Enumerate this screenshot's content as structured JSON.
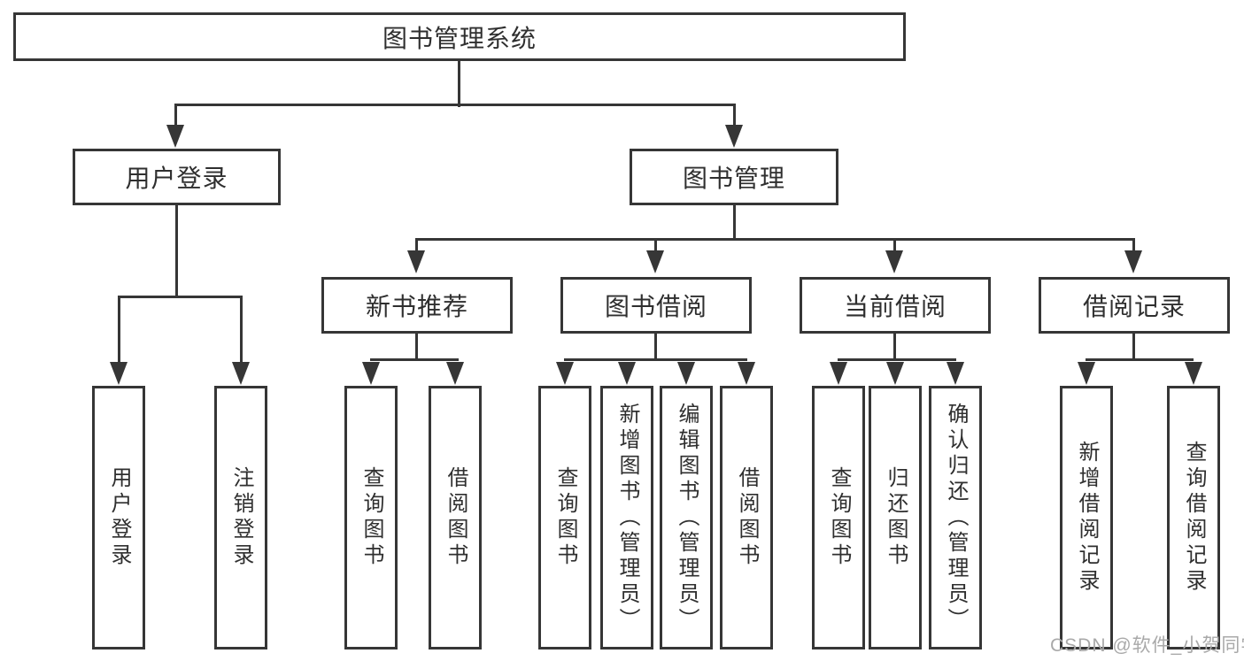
{
  "title": "图书管理系统",
  "level2": {
    "login": "用户登录",
    "management": "图书管理"
  },
  "level3": {
    "recommend": "新书推荐",
    "borrow": "图书借阅",
    "current": "当前借阅",
    "records": "借阅记录"
  },
  "leaves": {
    "login": [
      "用户登录",
      "注销登录"
    ],
    "recommend": [
      "查询图书",
      "借阅图书"
    ],
    "borrow": [
      "查询图书",
      "新增图书（管理员）",
      "编辑图书（管理员）",
      "借阅图书"
    ],
    "current": [
      "查询图书",
      "归还图书",
      "确认归还（管理员）"
    ],
    "records": [
      "新增借阅记录",
      "查询借阅记录"
    ]
  },
  "watermark": "CSDN @软件_小贺同学",
  "colors": {
    "line": "#363636",
    "text": "#2f2f2f",
    "watermark": "#a9a9a9",
    "background": "#ffffff"
  }
}
